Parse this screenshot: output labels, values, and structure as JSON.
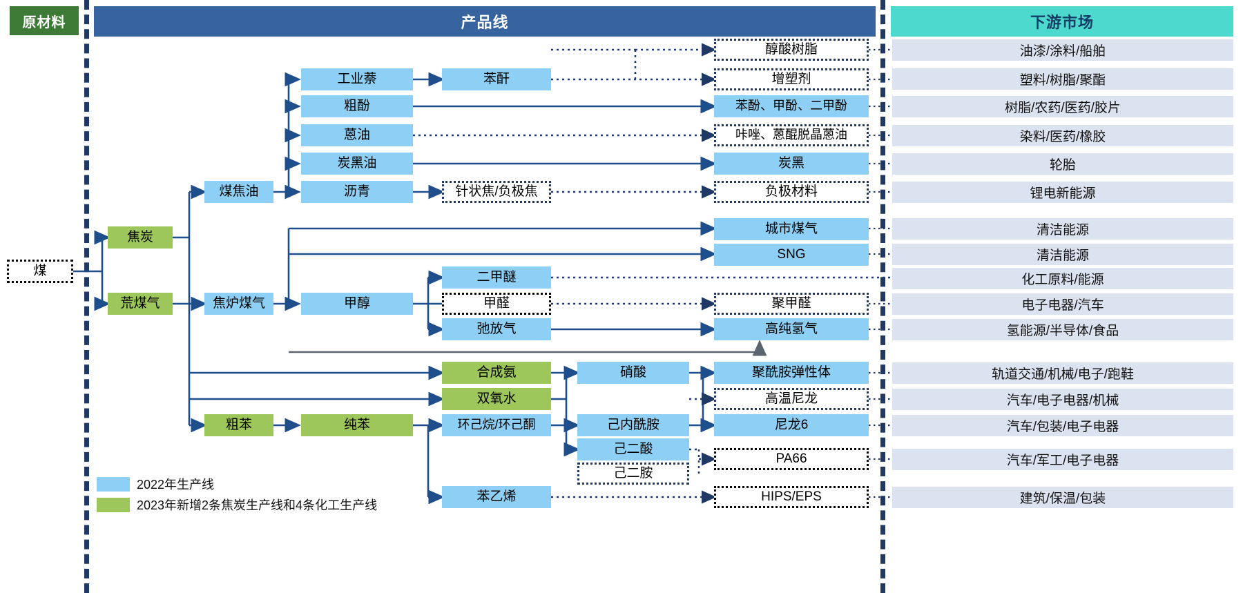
{
  "headers": {
    "raw_material": "原材料",
    "product_line": "产品线",
    "downstream_market": "下游市场"
  },
  "raw_materials": [
    {
      "label": "煤",
      "style": "dotted-black"
    },
    {
      "label": "焦炭",
      "style": "green"
    },
    {
      "label": "荒煤气",
      "style": "green"
    }
  ],
  "intermediates": [
    {
      "label": "煤焦油",
      "style": "blue"
    },
    {
      "label": "焦炉煤气",
      "style": "blue"
    },
    {
      "label": "粗苯",
      "style": "green"
    }
  ],
  "products_col3": [
    {
      "label": "工业萘",
      "style": "blue"
    },
    {
      "label": "粗酚",
      "style": "blue"
    },
    {
      "label": "蒽油",
      "style": "blue"
    },
    {
      "label": "炭黑油",
      "style": "blue"
    },
    {
      "label": "沥青",
      "style": "blue"
    },
    {
      "label": "甲醇",
      "style": "blue"
    },
    {
      "label": "纯苯",
      "style": "green"
    }
  ],
  "products_col4": [
    {
      "label": "苯酐",
      "style": "blue"
    },
    {
      "label": "针状焦/负极焦",
      "style": "dotted-blue"
    },
    {
      "label": "二甲醚",
      "style": "blue"
    },
    {
      "label": "甲醛",
      "style": "dotted-black"
    },
    {
      "label": "弛放气",
      "style": "blue"
    },
    {
      "label": "合成氨",
      "style": "green"
    },
    {
      "label": "双氧水",
      "style": "green"
    },
    {
      "label": "环己烷/环己酮",
      "style": "blue"
    },
    {
      "label": "苯乙烯",
      "style": "blue"
    }
  ],
  "products_col5": [
    {
      "label": "硝酸",
      "style": "blue"
    },
    {
      "label": "己内酰胺",
      "style": "blue"
    },
    {
      "label": "己二酸",
      "style": "blue"
    },
    {
      "label": "己二胺",
      "style": "dotted-blue"
    }
  ],
  "products_final": [
    {
      "label": "醇酸树脂",
      "style": "dotted-blue"
    },
    {
      "label": "增塑剂",
      "style": "dotted-blue"
    },
    {
      "label": "苯酚、甲酚、二甲酚",
      "style": "blue"
    },
    {
      "label": "咔唑、蒽醌脱晶蒽油",
      "style": "dotted-blue"
    },
    {
      "label": "炭黑",
      "style": "blue"
    },
    {
      "label": "负极材料",
      "style": "dotted-blue"
    },
    {
      "label": "城市煤气",
      "style": "blue"
    },
    {
      "label": "SNG",
      "style": "blue"
    },
    {
      "label": "聚甲醛",
      "style": "dotted-blue"
    },
    {
      "label": "高纯氢气",
      "style": "blue"
    },
    {
      "label": "聚酰胺弹性体",
      "style": "blue"
    },
    {
      "label": "高温尼龙",
      "style": "dotted-blue"
    },
    {
      "label": "尼龙6",
      "style": "blue"
    },
    {
      "label": "PA66",
      "style": "dotted-black"
    },
    {
      "label": "HIPS/EPS",
      "style": "dotted-black"
    }
  ],
  "markets": [
    "油漆/涂料/船舶",
    "塑料/树脂/聚酯",
    "树脂/农药/医药/胶片",
    "染料/医药/橡胶",
    "轮胎",
    "锂电新能源",
    "清洁能源",
    "清洁能源",
    "化工原料/能源",
    "电子电器/汽车",
    "氢能源/半导体/食品",
    "轨道交通/机械/电子/跑鞋",
    "汽车/电子电器/机械",
    "汽车/包装/电子电器",
    "汽车/军工/电子电器",
    "建筑/保温/包装"
  ],
  "legend": [
    {
      "swatch": "blue",
      "label": "2022年生产线"
    },
    {
      "swatch": "green",
      "label": "2023年新增2条焦炭生产线和4条化工生产线"
    }
  ],
  "colors": {
    "raw_header_bg": "#3d7a35",
    "product_header_bg": "#37649f",
    "market_header_bg": "#4dd9cd",
    "blue_node": "#8ed0f5",
    "green_node": "#9dc75a",
    "market_row": "#dce3f0",
    "separator": "#1f3864",
    "wire": "#1f4e8c"
  }
}
